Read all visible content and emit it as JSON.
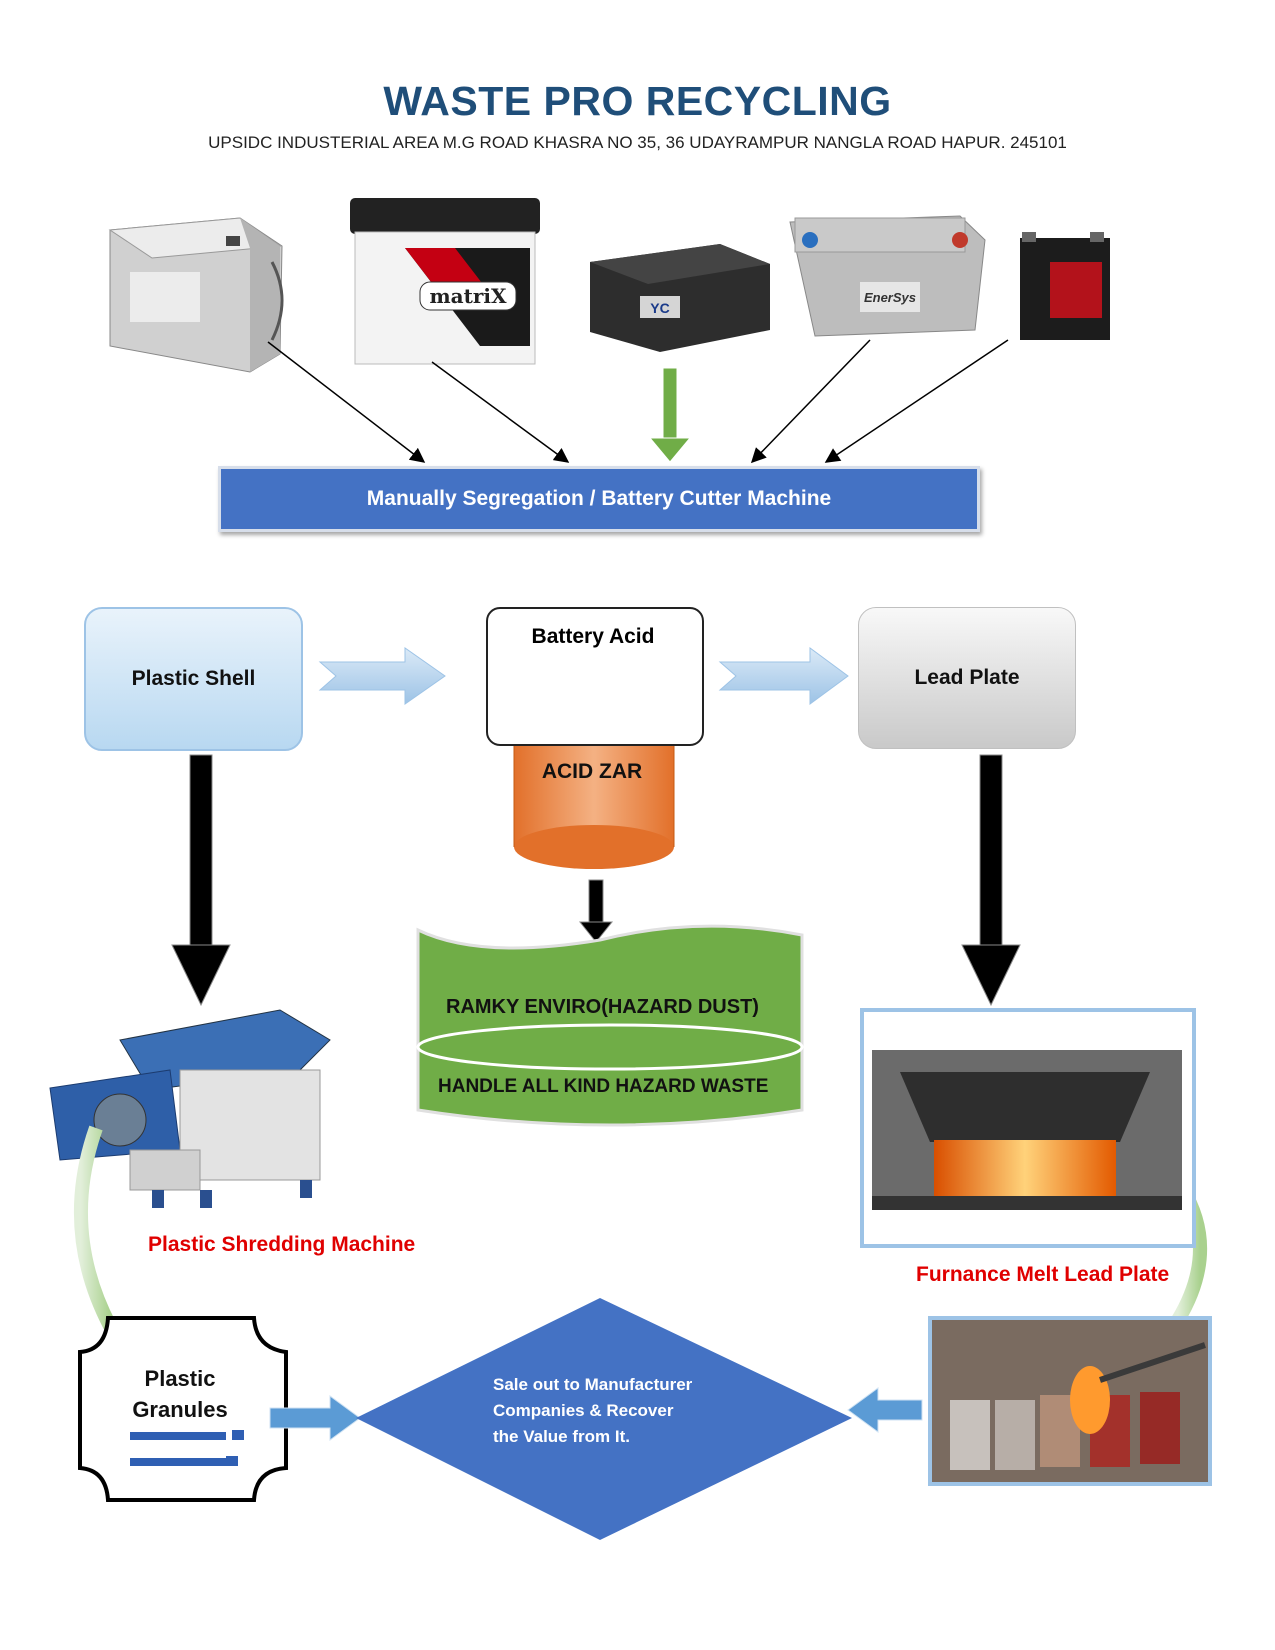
{
  "header": {
    "title": "WASTE PRO RECYCLING",
    "address": "UPSIDC INDUSTERIAL AREA M.G ROAD KHASRA NO 35, 36 UDAYRAMPUR NANGLA ROAD HAPUR. 245101"
  },
  "batteries": {
    "matrix_brand": "matriX",
    "yc_brand": "YC",
    "enersys_brand": "EnerSys"
  },
  "segregation": {
    "label": "Manually Segregation / Battery Cutter Machine"
  },
  "nodes": {
    "plastic_shell": "Plastic Shell",
    "battery_acid": "Battery Acid",
    "acid_zar": "ACID ZAR",
    "lead_plate": "Lead Plate"
  },
  "disposal": {
    "ramky": "RAMKY ENVIRO(HAZARD DUST)",
    "handle": "HANDLE ALL KIND HAZARD WASTE"
  },
  "machines": {
    "shredding": "Plastic Shredding Machine",
    "furnace": "Furnance Melt Lead Plate"
  },
  "granules": {
    "line1": "Plastic",
    "line2": "Granules"
  },
  "sale": {
    "line1": "Sale out to Manufacturer",
    "line2": "Companies & Recover",
    "line3": "the Value from It."
  },
  "colors": {
    "title": "#1f4e79",
    "bar": "#4472c4",
    "red_label": "#e00000",
    "green": "#70ad47",
    "orange": "#ed7d31",
    "diamond": "#4472c4"
  }
}
